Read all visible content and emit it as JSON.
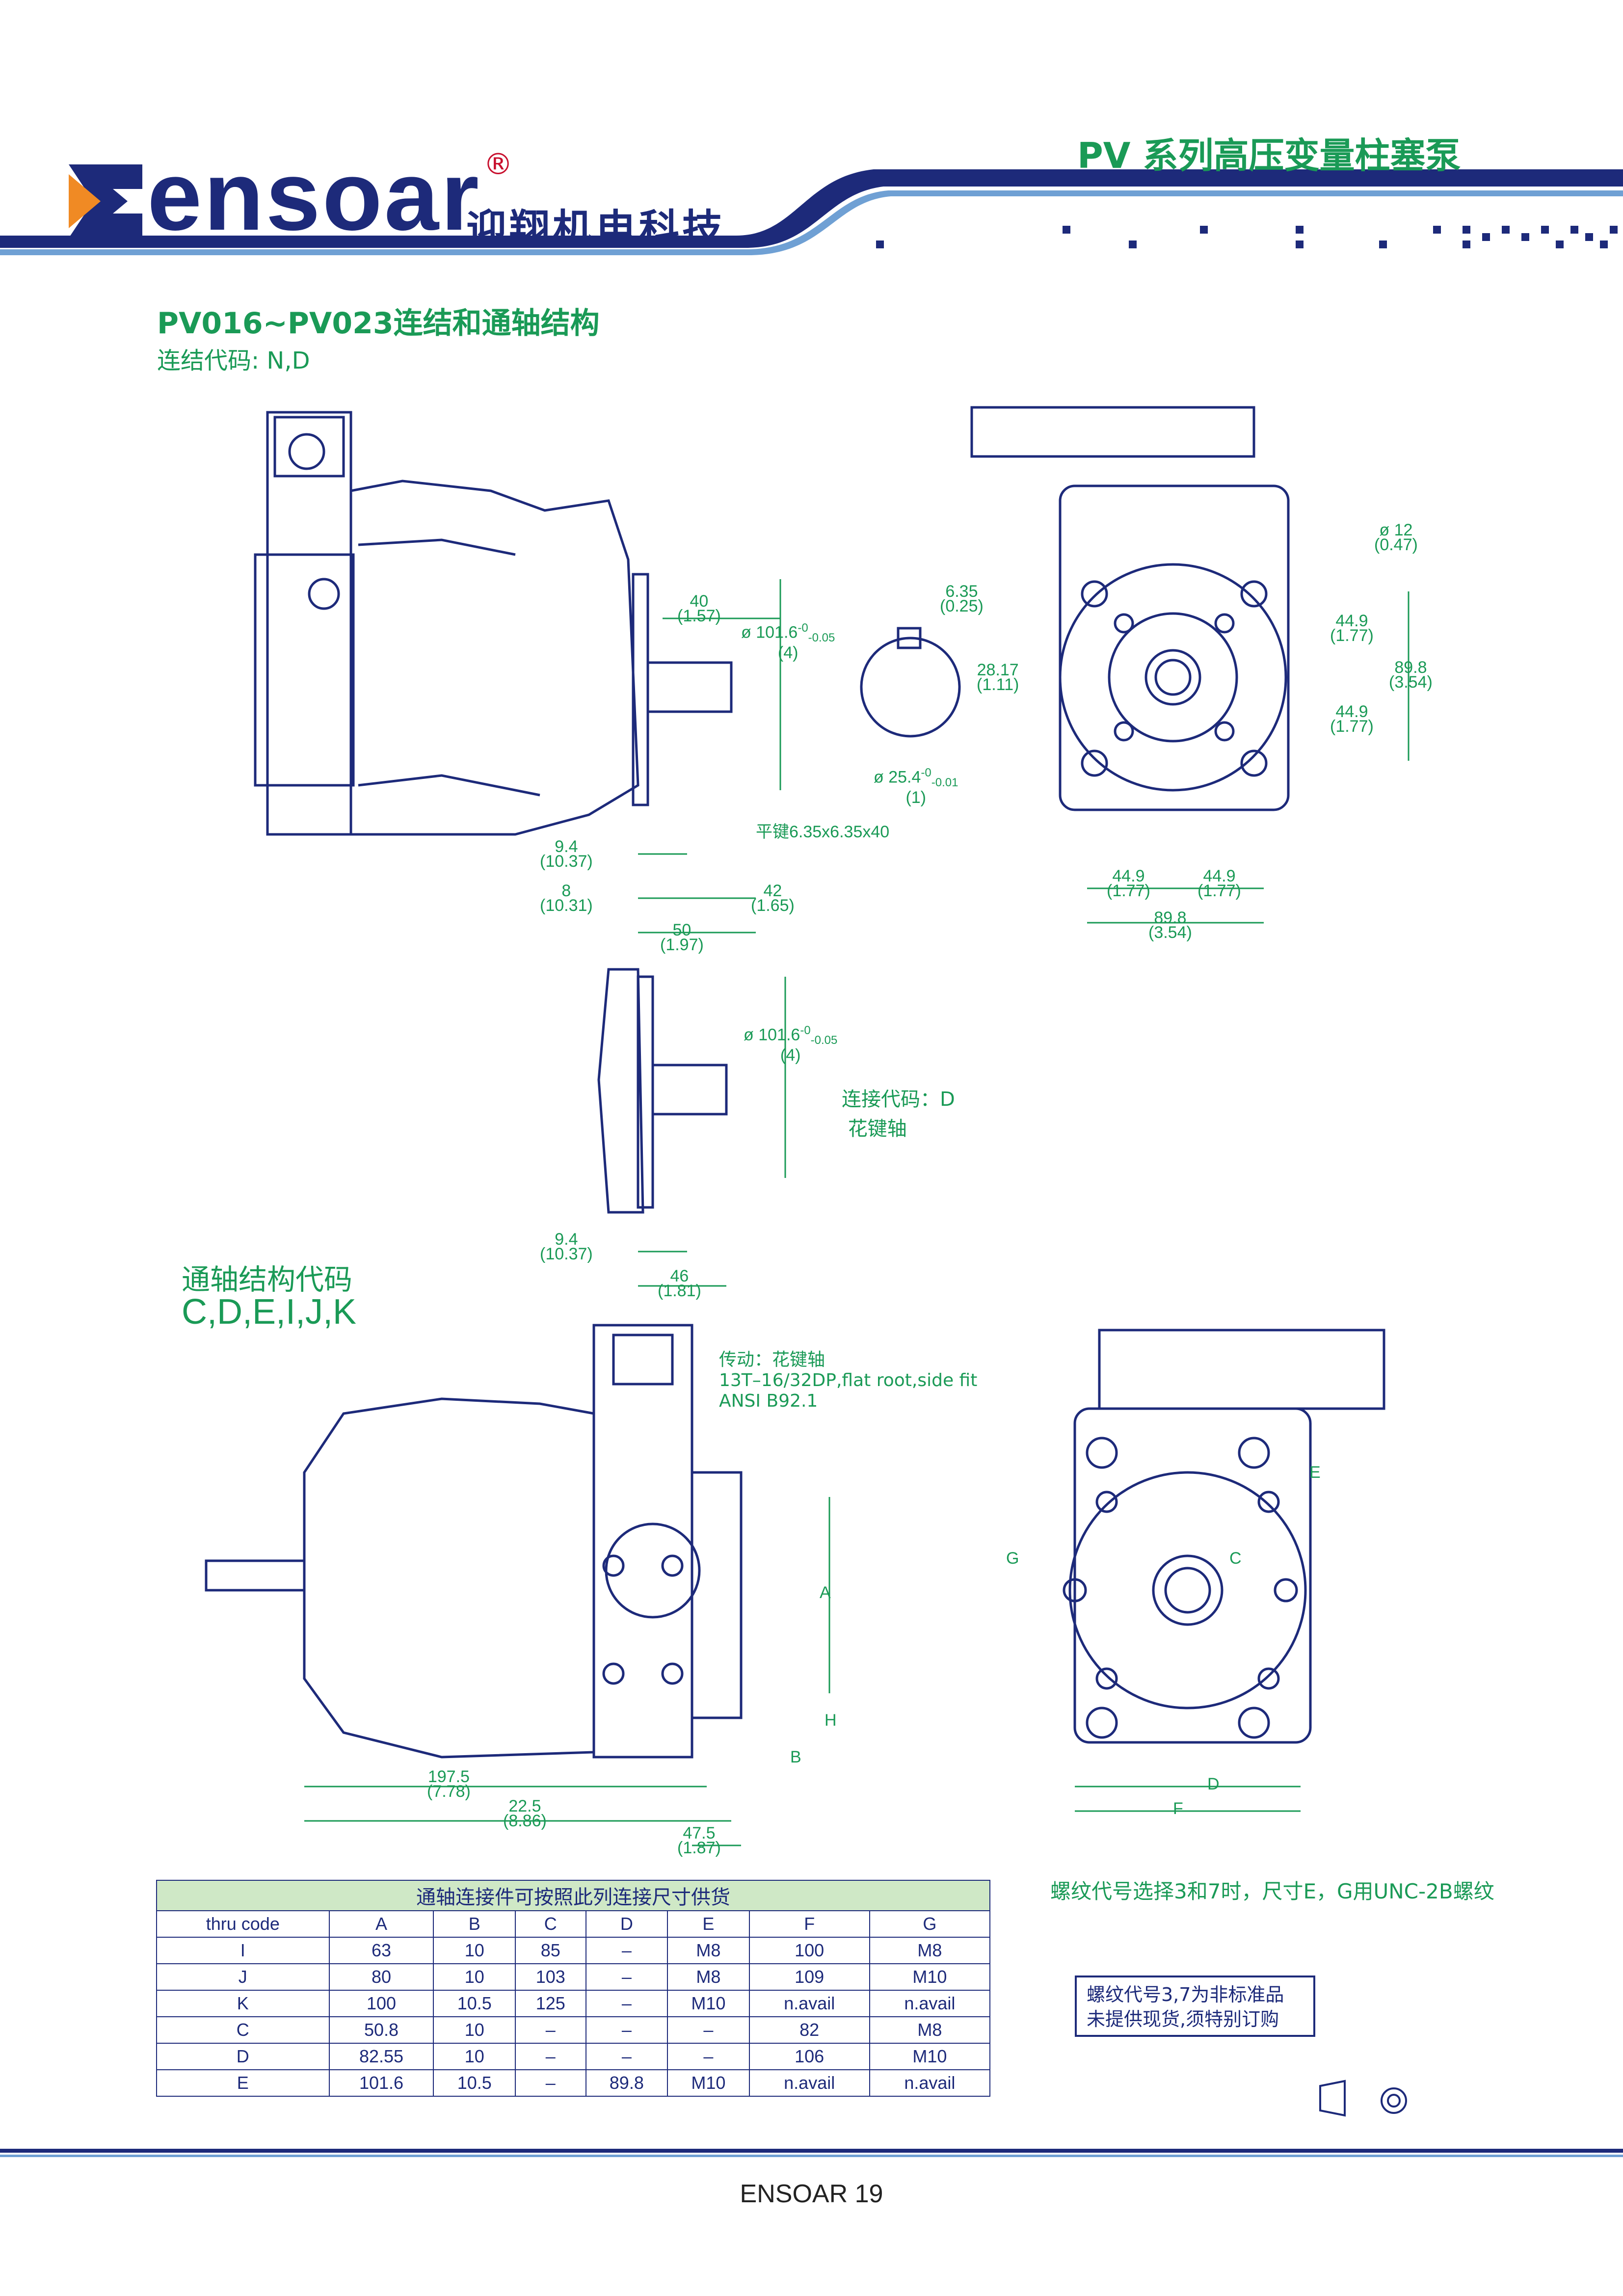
{
  "header": {
    "brand": "ensoar",
    "registered_mark": "®",
    "brand_cn": "迎翔机电科技",
    "series_title": "PV 系列高压变量柱塞泵"
  },
  "section1": {
    "title": "PV016~PV023连结和通轴结构",
    "subtitle": "连结代码: N,D"
  },
  "dims_view1": {
    "d40": "40",
    "d40_in": "(1.57)",
    "dia": "ø",
    "d101": "101.6",
    "d101_tol_up": "-0",
    "d101_tol_low": "-0.05",
    "d101_in": "(4)",
    "d9_4": "9.4",
    "d9_4_in": "(10.37)",
    "d8": "8",
    "d8_in": "(10.31)",
    "d42": "42",
    "d42_in": "(1.65)",
    "d50": "50",
    "d50_in": "(1.97)",
    "key_note": "平键6.35x6.35x40"
  },
  "dims_key": {
    "d6_35": "6.35",
    "d6_35_in": "(0.25)",
    "d28_17": "28.17",
    "d28_17_in": "(1.11)",
    "d25_4": "25.4",
    "d25_4_tol_up": "-0",
    "d25_4_tol_low": "-0.01",
    "d25_4_in": "(1)"
  },
  "dims_front": {
    "d12": "12",
    "d12_in": "(0.47)",
    "d44_9": "44.9",
    "d44_9_in": "(1.77)",
    "d89_8": "89.8",
    "d89_8_in": "(3.54)"
  },
  "dims_spline": {
    "d101": "101.6",
    "d101_tol_up": "-0",
    "d101_tol_low": "-0.05",
    "d101_in": "(4)",
    "code_label": "连接代码：D",
    "code_desc": "花键轴",
    "d9_4": "9.4",
    "d9_4_in": "(10.37)",
    "d46": "46",
    "d46_in": "(1.81)"
  },
  "thru": {
    "title": "通轴结构代码",
    "codes": "C,D,E,I,J,K",
    "drive_line1": "传动：花键轴",
    "drive_line2": "13T–16/32DP,flat root,side fit",
    "drive_line3": "ANSI B92.1",
    "label_A": "A",
    "label_B": "B",
    "label_C": "C",
    "label_D": "D",
    "label_E": "E",
    "label_F": "F",
    "label_G": "G",
    "label_H": "H",
    "d197_5": "197.5",
    "d197_5_in": "(7.78)",
    "d22_5": "22.5",
    "d22_5_in": "(8.86)",
    "d47_5": "47.5",
    "d47_5_in": "(1.87)"
  },
  "table": {
    "caption": "通轴连接件可按照此列连接尺寸供货",
    "columns": [
      "thru code",
      "A",
      "B",
      "C",
      "D",
      "E",
      "F",
      "G"
    ],
    "rows": [
      [
        "I",
        "63",
        "10",
        "85",
        "–",
        "M8",
        "100",
        "M8"
      ],
      [
        "J",
        "80",
        "10",
        "103",
        "–",
        "M8",
        "109",
        "M10"
      ],
      [
        "K",
        "100",
        "10.5",
        "125",
        "–",
        "M10",
        "n.avail",
        "n.avail"
      ],
      [
        "C",
        "50.8",
        "10",
        "–",
        "–",
        "–",
        "82",
        "M8"
      ],
      [
        "D",
        "82.55",
        "10",
        "–",
        "–",
        "–",
        "106",
        "M10"
      ],
      [
        "E",
        "101.6",
        "10.5",
        "–",
        "89.8",
        "M10",
        "n.avail",
        "n.avail"
      ]
    ]
  },
  "notes": {
    "thread_note": "螺纹代号选择3和7时，尺寸E，G用UNC-2B螺纹",
    "stock_line1": "螺纹代号3,7为非标准品",
    "stock_line2": "未提供现货,须特别订购"
  },
  "footer": {
    "page": "ENSOAR 19"
  }
}
